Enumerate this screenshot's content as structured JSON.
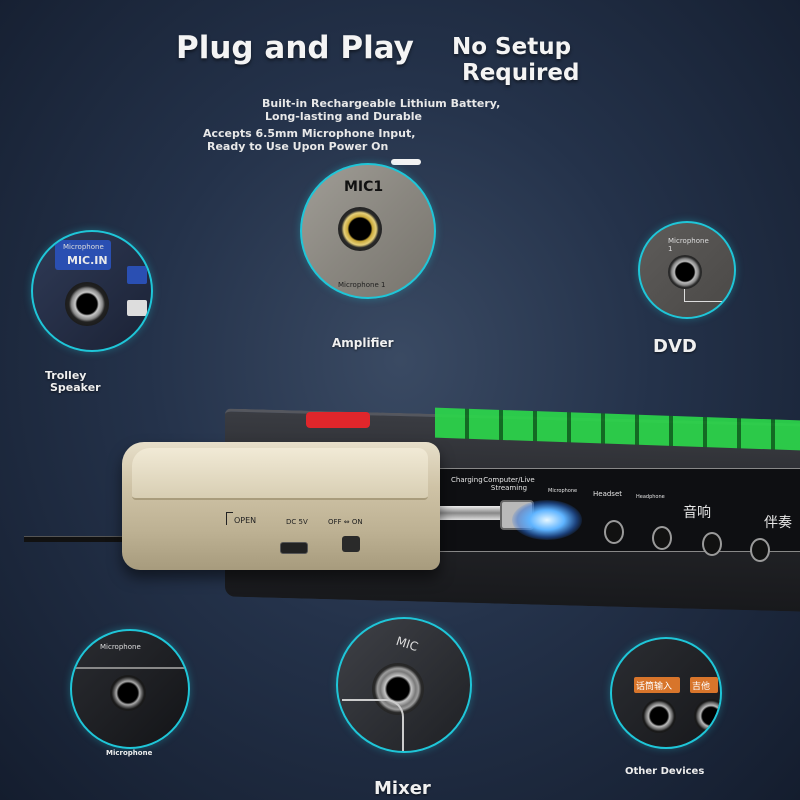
{
  "headline": {
    "plug_and_play": "Plug and Play",
    "no_setup_line1": "No Setup",
    "no_setup_line2": "Required"
  },
  "features": {
    "battery_line1": "Built-in Rechargeable Lithium Battery,",
    "battery_line2": "Long-lasting and Durable",
    "mic_line1": "Accepts 6.5mm Microphone Input,",
    "mic_line2": "Ready to Use Upon Power On"
  },
  "devices": {
    "amplifier": {
      "label": "Amplifier",
      "panel_title": "MIC1",
      "panel_sub": "Microphone 1"
    },
    "dvd": {
      "label": "DVD",
      "panel_sub": "Microphone 1"
    },
    "trolley": {
      "label_line1": "Trolley",
      "label_line2": "Speaker",
      "panel_top": "Microphone",
      "panel_mic": "MIC.IN"
    },
    "microphone": {
      "label": "Microphone",
      "panel_label": "Microphone"
    },
    "mixer": {
      "label": "Mixer",
      "panel_text": "MIC"
    },
    "other": {
      "label": "Other Devices",
      "panel_left": "话筒输入",
      "panel_right": "吉他"
    }
  },
  "receiver": {
    "open_label": "OPEN",
    "dc_label": "DC  5V",
    "switch_label": "OFF ⇔ ON"
  },
  "console": {
    "labels": [
      "Charging",
      "Computer/Live Streaming",
      "Microphone",
      "Headset",
      "Headphone",
      "音响",
      "伴奏"
    ]
  },
  "colors": {
    "accent_ring": "#1fc6d8",
    "background": "#24324a",
    "receiver_body": "#cfc3a6",
    "led_green": "#2bd94a",
    "button_red": "#e0262b"
  }
}
